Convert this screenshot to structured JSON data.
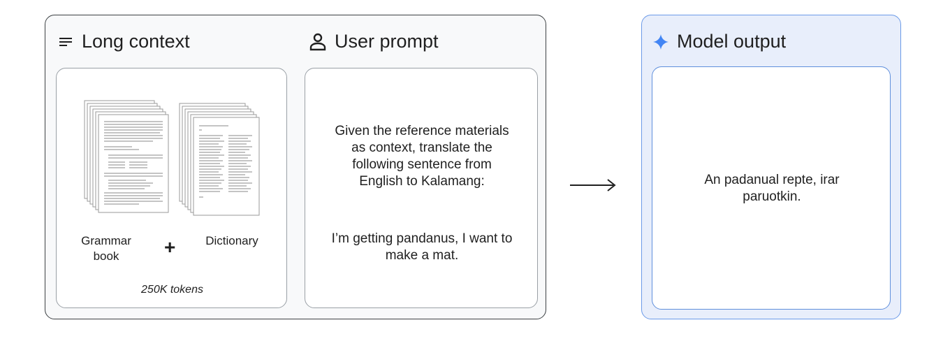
{
  "left_panel": {
    "long_context": {
      "title": "Long context",
      "icon": "lines-icon"
    },
    "user_prompt": {
      "title": "User prompt",
      "icon": "person-icon"
    },
    "sources": {
      "grammar_label": "Grammar book",
      "plus": "+",
      "dictionary_label": "Dictionary",
      "tokens": "250K tokens"
    },
    "prompt_text": "Given the reference materials as context, translate the following sentence from English to Kalamang:",
    "sentence": "I’m getting pandanus, I want to make a mat."
  },
  "arrow": {
    "icon": "right-arrow-icon"
  },
  "right_panel": {
    "title": "Model output",
    "icon": "sparkle-icon",
    "accent": "#4285f4",
    "output_text": "An padanual repte, irar paruotkin."
  }
}
